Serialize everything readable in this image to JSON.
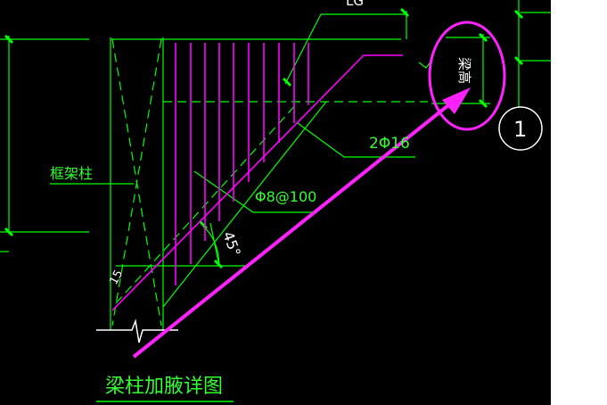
{
  "drawing": {
    "colors": {
      "background": "#000000",
      "line": "#00ff00",
      "rebar": "#ff00ff",
      "annotation": "#ff33ff",
      "dim_tick": "#00ff00",
      "text": "#33ff33",
      "white": "#ffffff"
    },
    "labels": {
      "top_dim": "LG",
      "column": "框架柱",
      "main_bars": "2Φ16",
      "stirrups": "Φ8@100",
      "angle": "45°",
      "length_15": "15",
      "vertical_note": "梁高",
      "section_mark": "1",
      "title": "梁柱加腋详图"
    }
  }
}
